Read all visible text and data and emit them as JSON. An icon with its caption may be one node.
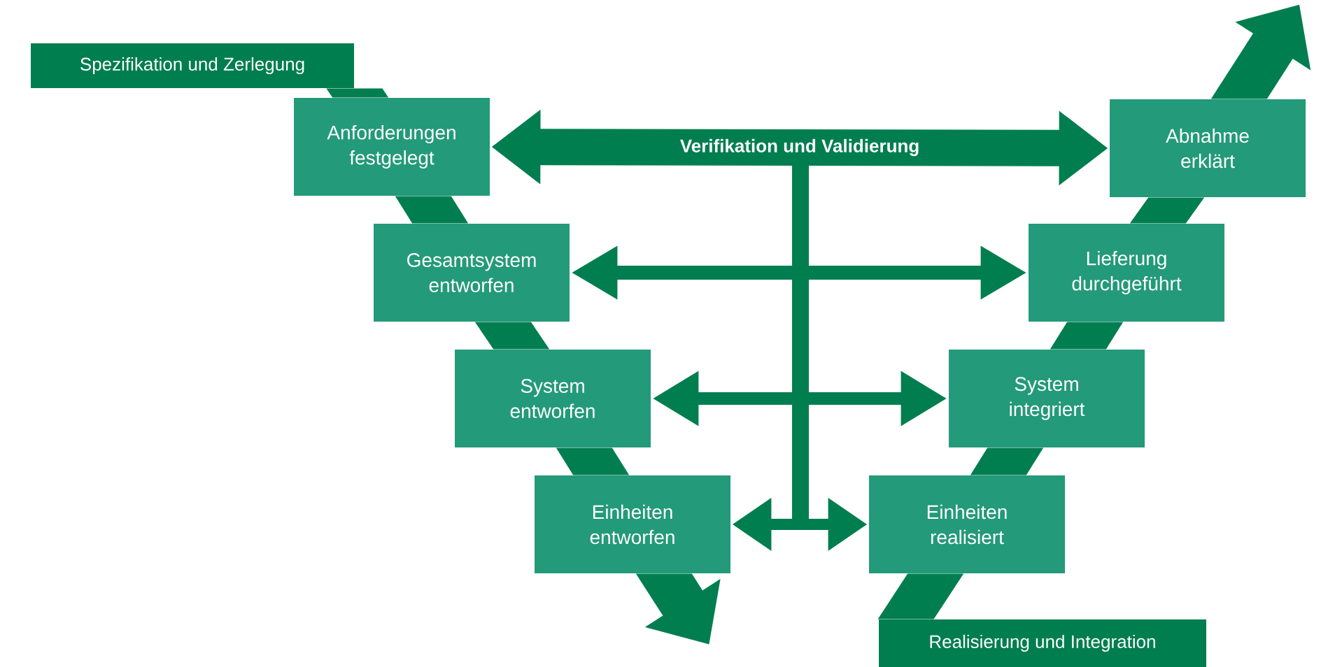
{
  "diagram": {
    "nodes": [
      {
        "text": [
          "Spezifikation und Zerlegung"
        ]
      },
      {
        "text": [
          "Anforderungen festgelegt"
        ]
      },
      {
        "text": [
          "Gesamtsystem entworfen"
        ]
      },
      {
        "text": [
          "System entworfen"
        ]
      },
      {
        "text": [
          "Einheiten entworfen"
        ]
      },
      {
        "text": [
          "Abnahme erklärt"
        ]
      },
      {
        "text": [
          "Lieferung durchgeführt"
        ]
      },
      {
        "text": [
          "System integriert"
        ]
      },
      {
        "text": [
          "Einheiten realisiert"
        ]
      },
      {
        "text": [
          "Realisierung und Integration"
        ]
      }
    ],
    "edges": [
      {
        "from": 0,
        "to": 1,
        "arrow": "none"
      },
      {
        "from": 1,
        "to": 2,
        "arrow": "none"
      },
      {
        "from": 2,
        "to": 3,
        "arrow": "none"
      },
      {
        "from": 3,
        "to": 4,
        "arrow": "none"
      },
      {
        "from": 4,
        "to": null,
        "arrow": "to"
      },
      {
        "from": 9,
        "to": 8,
        "arrow": "none"
      },
      {
        "from": 8,
        "to": 7,
        "arrow": "none"
      },
      {
        "from": 7,
        "to": 6,
        "arrow": "none"
      },
      {
        "from": 6,
        "to": 5,
        "arrow": "none"
      },
      {
        "from": 5,
        "to": null,
        "arrow": "to"
      },
      {
        "from": 1,
        "to": 5,
        "arrow": "both",
        "style": "thick",
        "label": "Verifikation und Validierung"
      },
      {
        "from": 2,
        "to": 6,
        "arrow": "both"
      },
      {
        "from": 3,
        "to": 7,
        "arrow": "both"
      },
      {
        "from": 4,
        "to": 8,
        "arrow": "both"
      }
    ]
  }
}
